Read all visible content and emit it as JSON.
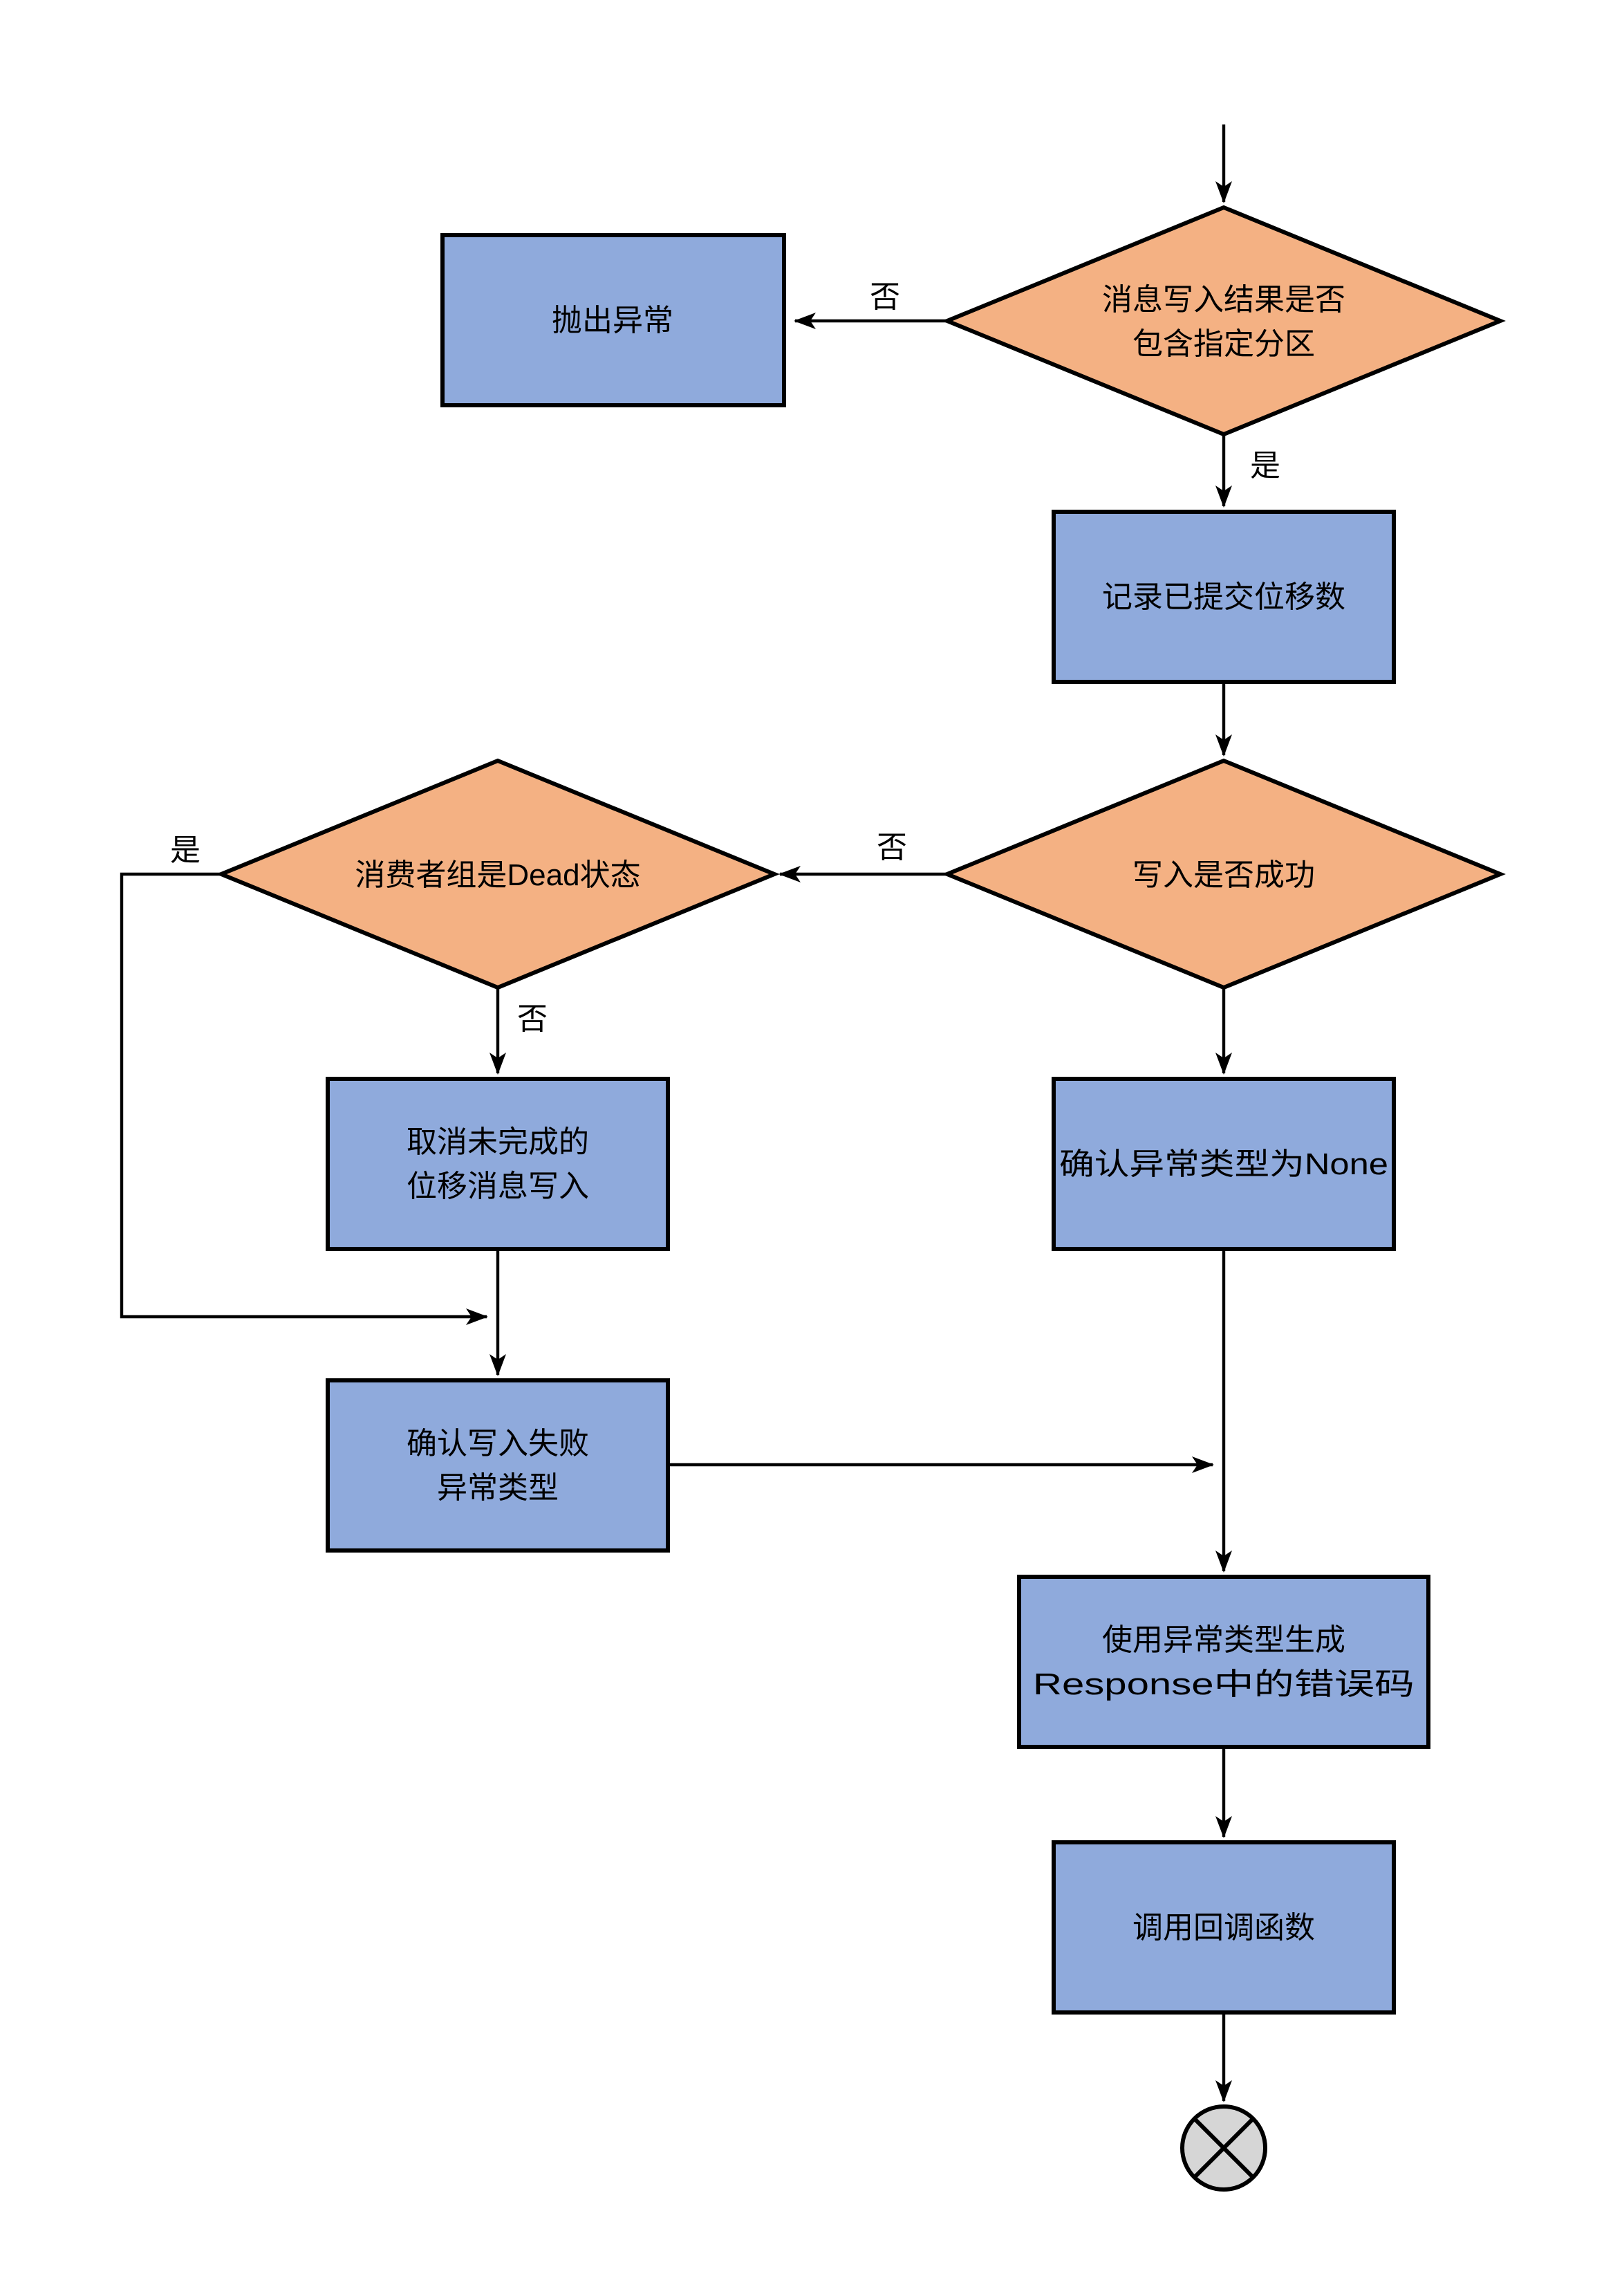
{
  "flowchart": {
    "nodes": {
      "decision_partition": {
        "type": "decision",
        "label_line1": "消息写入结果是否",
        "label_line2": "包含指定分区"
      },
      "throw_exception": {
        "type": "process",
        "label": "抛出异常"
      },
      "record_offsets": {
        "type": "process",
        "label": "记录已提交位移数"
      },
      "decision_write_success": {
        "type": "decision",
        "label": "写入是否成功"
      },
      "decision_group_dead": {
        "type": "decision",
        "label": "消费者组是Dead状态"
      },
      "cancel_pending_writes": {
        "type": "process",
        "label_line1": "取消未完成的",
        "label_line2": "位移消息写入"
      },
      "confirm_failure_exception": {
        "type": "process",
        "label_line1": "确认写入失败",
        "label_line2": "异常类型"
      },
      "confirm_exception_none": {
        "type": "process",
        "label": "确认异常类型为None"
      },
      "generate_error_code": {
        "type": "process",
        "label_line1": "使用异常类型生成",
        "label_line2": "Response中的错误码"
      },
      "invoke_callback": {
        "type": "process",
        "label": "调用回调函数"
      },
      "terminal_end": {
        "type": "terminal",
        "icon": "circled-x-end-icon"
      }
    },
    "edge_labels": {
      "partition_no": "否",
      "partition_yes": "是",
      "write_success_no": "否",
      "group_dead_yes": "是",
      "group_dead_no": "否"
    },
    "colors": {
      "decision_fill": "#F4B183",
      "process_fill": "#8FAADC",
      "terminal_fill": "#D6D6D6",
      "stroke": "#000000",
      "background": "#FFFFFF"
    }
  }
}
